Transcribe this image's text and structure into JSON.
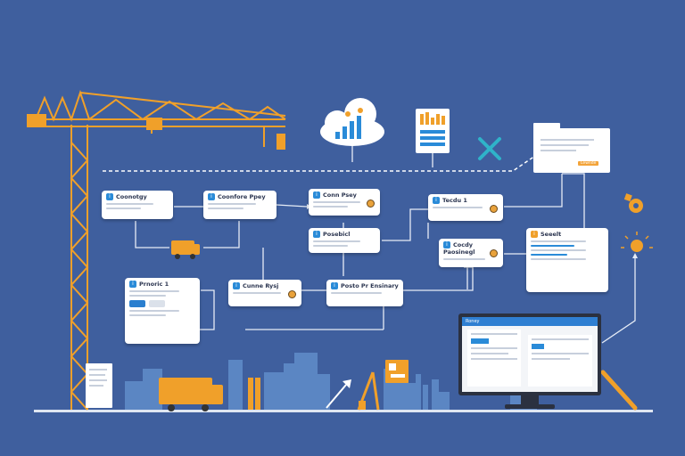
{
  "palette": {
    "background": "#3f5f9e",
    "crane": "#f0a02a",
    "card": "#ffffff",
    "accent_blue": "#2a8bd8",
    "accent_orange": "#f3a43a",
    "buildings": "#5b86c3"
  },
  "cards": [
    {
      "id": "card-1",
      "title": "Coonotgy"
    },
    {
      "id": "card-2",
      "title": "Coonfore Ppey"
    },
    {
      "id": "card-3",
      "title": "Conn Psey"
    },
    {
      "id": "card-4",
      "title": "Posebicl"
    },
    {
      "id": "card-5",
      "title": "Tecdu 1"
    },
    {
      "id": "card-6",
      "title": "Cocdy Paosinegl"
    },
    {
      "id": "card-7",
      "title": "Prnoric 1"
    },
    {
      "id": "card-8",
      "title": "Cunne Rysj"
    },
    {
      "id": "card-9",
      "title": "Posto Pr Ensinary"
    },
    {
      "id": "card-10",
      "title": "Seeelt"
    }
  ],
  "folder": {
    "button_label": "Lewnde"
  },
  "monitor": {
    "header": "Roney"
  },
  "icons": [
    "cloud-chart-icon",
    "report-sheet-icon",
    "wrench-icon",
    "truck-icon",
    "gear-icon",
    "bulb-icon",
    "crane-icon"
  ]
}
